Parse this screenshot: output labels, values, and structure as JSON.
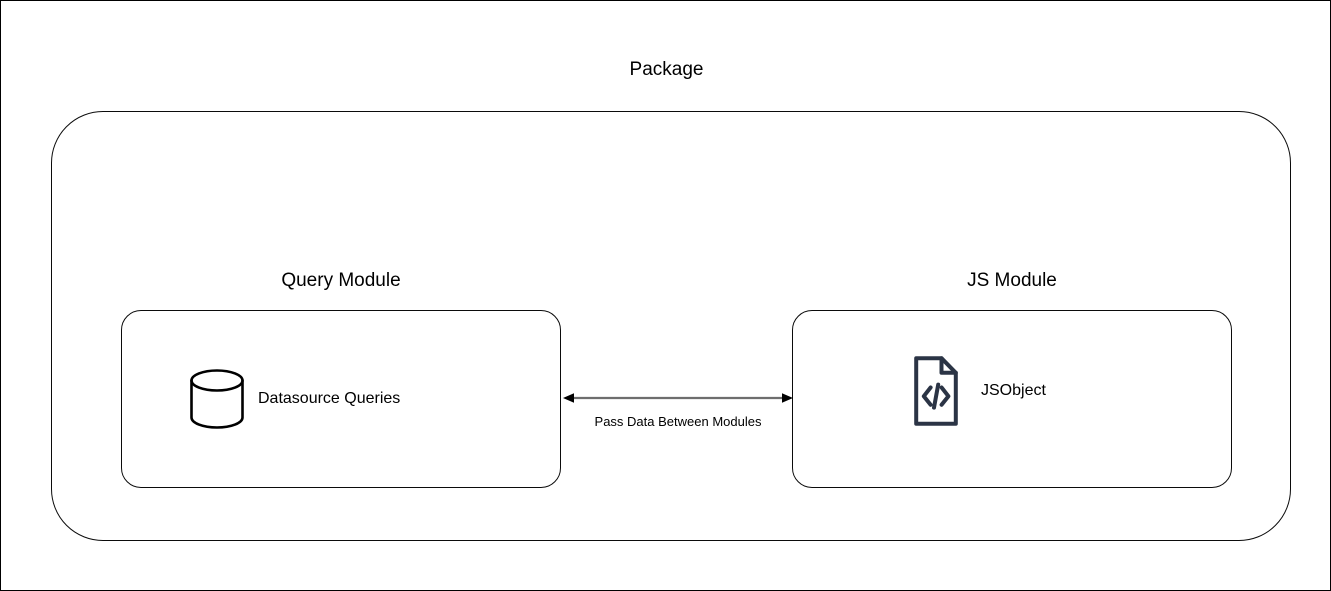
{
  "diagram": {
    "title": "Package",
    "background_color": "#ffffff",
    "stroke_color": "#0b0b0b",
    "accent_color": "#2b3445",
    "connector_color": "#6e6e6e"
  },
  "package": {
    "label": "Package"
  },
  "modules": [
    {
      "id": "query-module",
      "title": "Query Module",
      "node": {
        "icon": "database-cylinder-icon",
        "label": "Datasource Queries"
      }
    },
    {
      "id": "js-module",
      "title": "JS Module",
      "node": {
        "icon": "code-file-icon",
        "label": "JSObject"
      }
    }
  ],
  "connector": {
    "label": "Pass Data Between Modules",
    "direction": "bidirectional",
    "from": "query-module",
    "to": "js-module"
  }
}
